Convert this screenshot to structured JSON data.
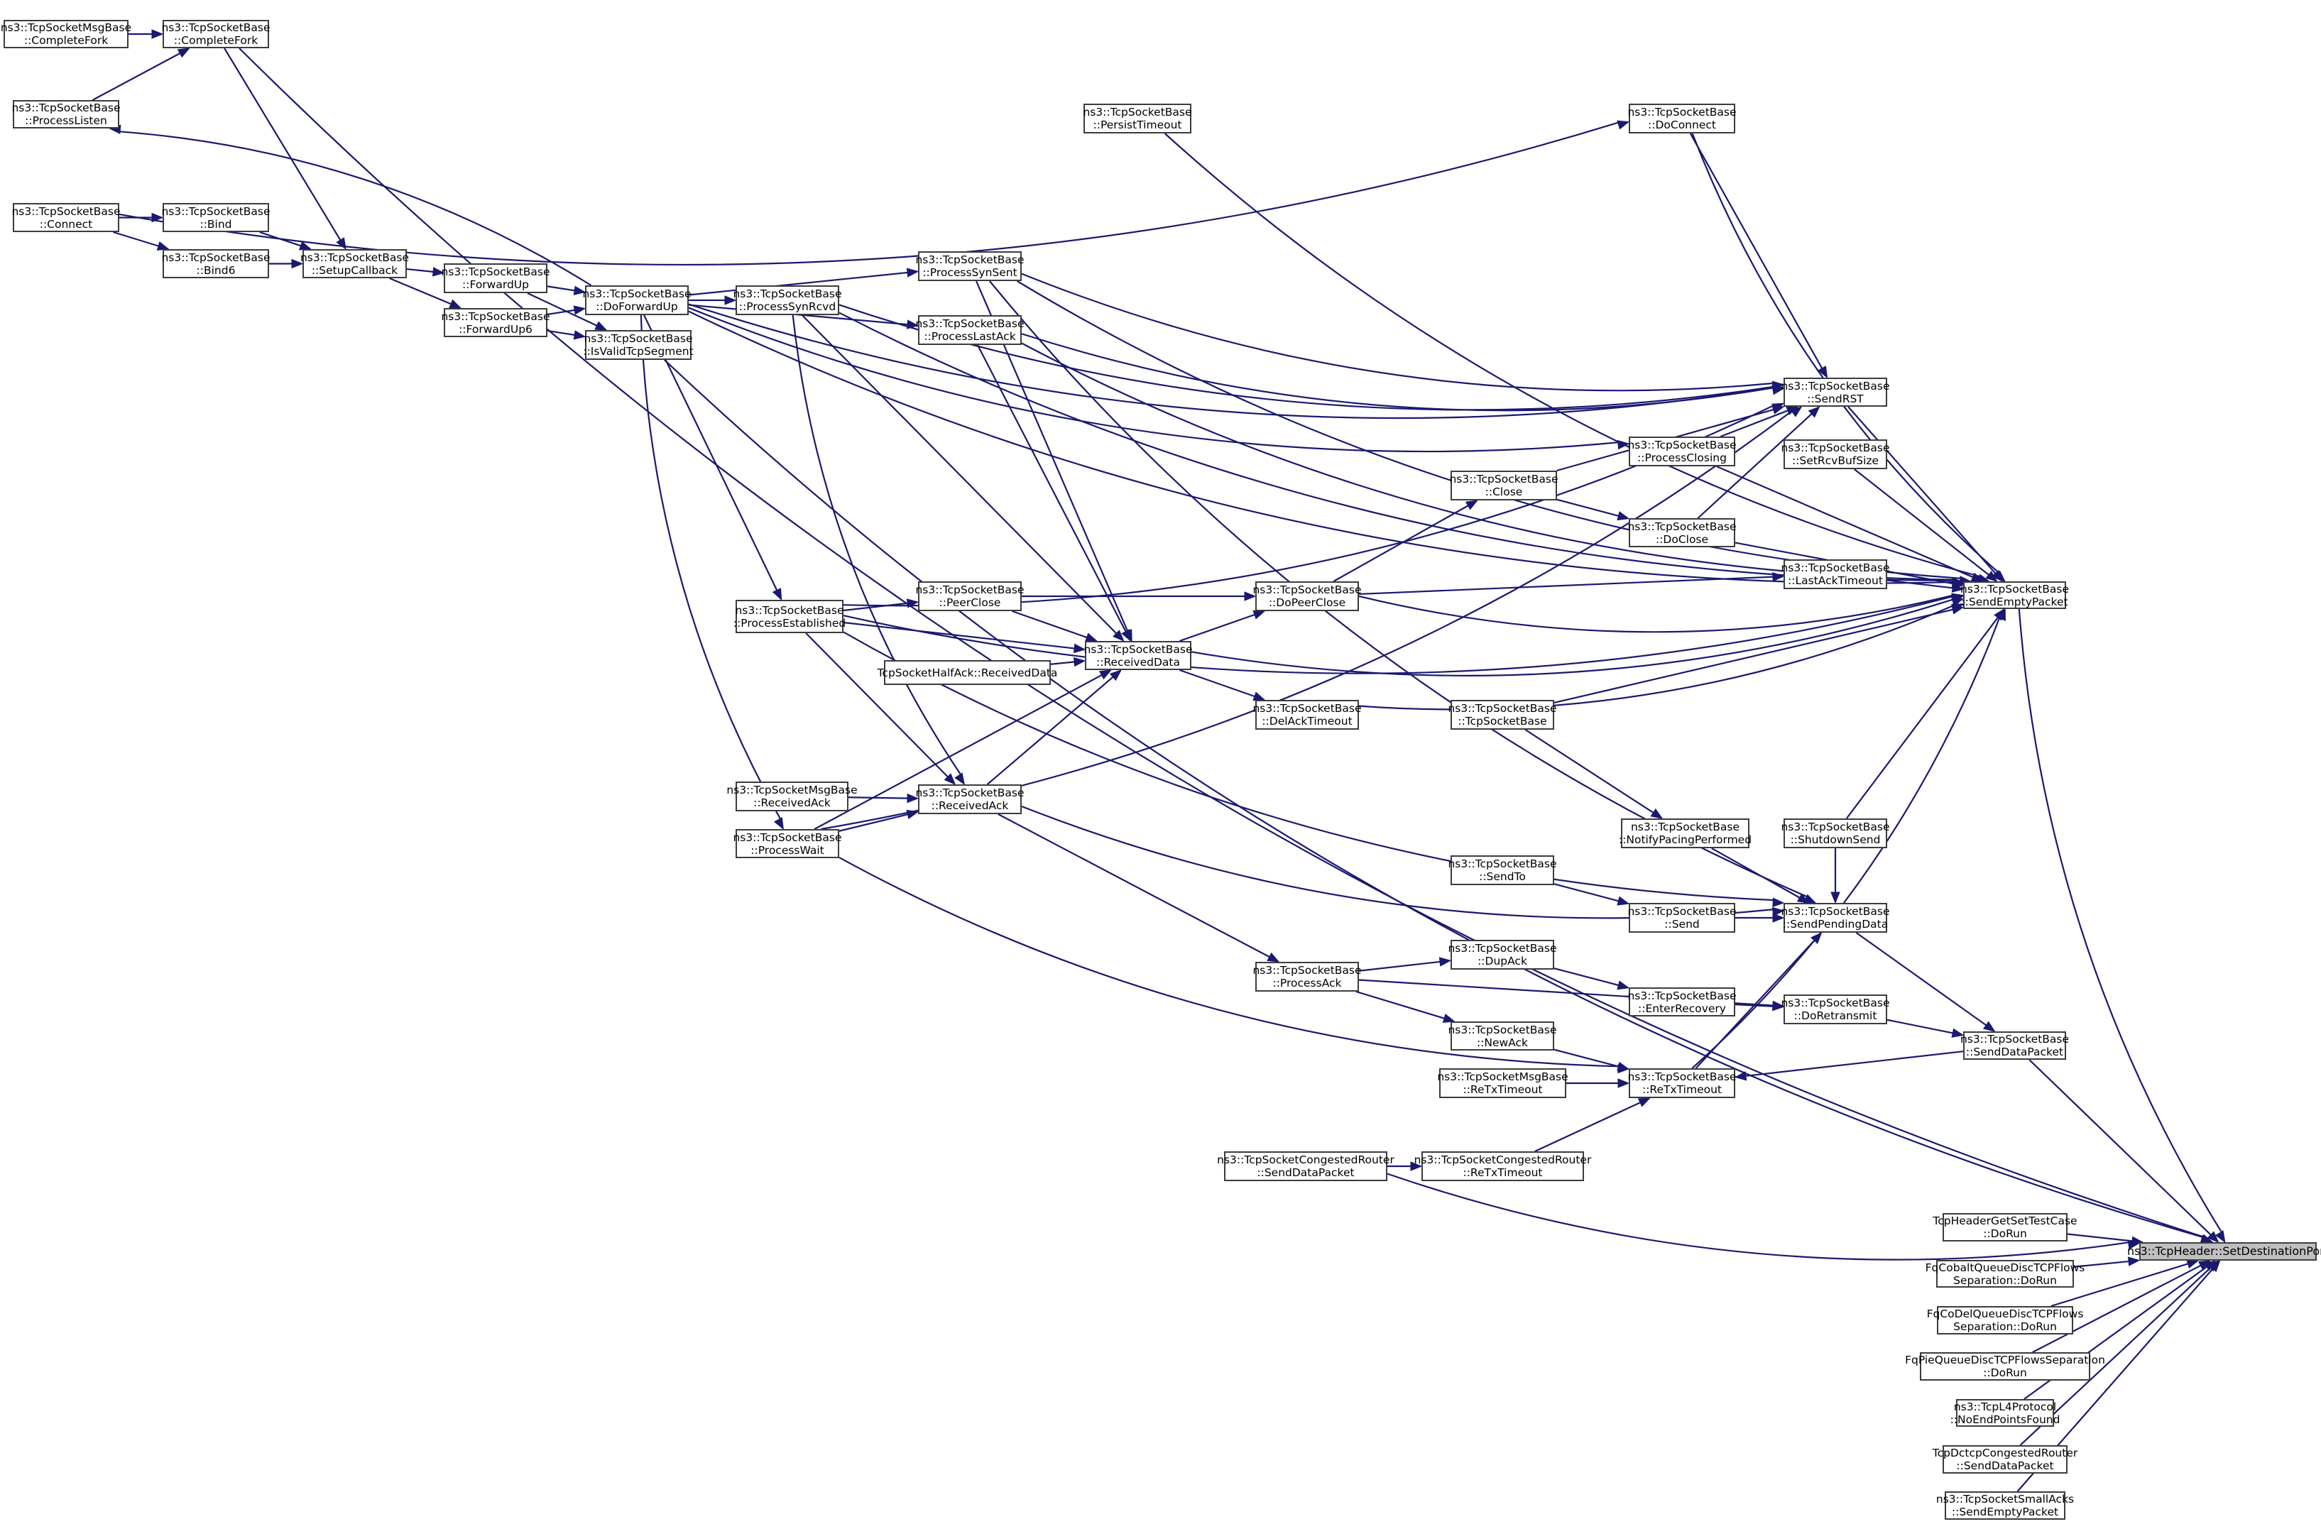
{
  "title": "ns3::TcpHeader::SetDestinationPort caller graph",
  "colors": {
    "edge": "#191970",
    "node_border": "#3c3c3c",
    "root_fill": "#bfbfbf",
    "node_fill": "#ffffff"
  },
  "root": "SetDestinationPort",
  "nodes": {
    "CompleteForkMsg": {
      "line1": "ns3::TcpSocketMsgBase",
      "line2": "::CompleteFork"
    },
    "CompleteFork": {
      "line1": "ns3::TcpSocketBase",
      "line2": "::CompleteFork"
    },
    "ProcessListen": {
      "line1": "ns3::TcpSocketBase",
      "line2": "::ProcessListen"
    },
    "Connect": {
      "line1": "ns3::TcpSocketBase",
      "line2": "::Connect"
    },
    "Bind": {
      "line1": "ns3::TcpSocketBase",
      "line2": "::Bind"
    },
    "Bind6": {
      "line1": "ns3::TcpSocketBase",
      "line2": "::Bind6"
    },
    "SetupCallback": {
      "line1": "ns3::TcpSocketBase",
      "line2": "::SetupCallback"
    },
    "ForwardUp": {
      "line1": "ns3::TcpSocketBase",
      "line2": "::ForwardUp"
    },
    "ForwardUp6": {
      "line1": "ns3::TcpSocketBase",
      "line2": "::ForwardUp6"
    },
    "DoForwardUp": {
      "line1": "ns3::TcpSocketBase",
      "line2": "::DoForwardUp"
    },
    "IsValidTcpSegment": {
      "line1": "ns3::TcpSocketBase",
      "line2": "::IsValidTcpSegment"
    },
    "ProcessSynRcvd": {
      "line1": "ns3::TcpSocketBase",
      "line2": "::ProcessSynRcvd"
    },
    "ProcessSynSent": {
      "line1": "ns3::TcpSocketBase",
      "line2": "::ProcessSynSent"
    },
    "ProcessLastAck": {
      "line1": "ns3::TcpSocketBase",
      "line2": "::ProcessLastAck"
    },
    "PersistTimeout": {
      "line1": "ns3::TcpSocketBase",
      "line2": "::PersistTimeout"
    },
    "DoConnect": {
      "line1": "ns3::TcpSocketBase",
      "line2": "::DoConnect"
    },
    "ProcessEstablished": {
      "line1": "ns3::TcpSocketBase",
      "line2": "::ProcessEstablished"
    },
    "PeerClose": {
      "line1": "ns3::TcpSocketBase",
      "line2": "::PeerClose"
    },
    "ReceivedData": {
      "line1": "ns3::TcpSocketBase",
      "line2": "::ReceivedData"
    },
    "HalfAckReceivedData": {
      "line1": "TcpSocketHalfAck::ReceivedData",
      "line2": ""
    },
    "DoPeerClose": {
      "line1": "ns3::TcpSocketBase",
      "line2": "::DoPeerClose"
    },
    "DelAckTimeout": {
      "line1": "ns3::TcpSocketBase",
      "line2": "::DelAckTimeout"
    },
    "Close": {
      "line1": "ns3::TcpSocketBase",
      "line2": "::Close"
    },
    "ProcessClosing": {
      "line1": "ns3::TcpSocketBase",
      "line2": "::ProcessClosing"
    },
    "DoClose": {
      "line1": "ns3::TcpSocketBase",
      "line2": "::DoClose"
    },
    "SendRST": {
      "line1": "ns3::TcpSocketBase",
      "line2": "::SendRST"
    },
    "SetRcvBufSize": {
      "line1": "ns3::TcpSocketBase",
      "line2": "::SetRcvBufSize"
    },
    "LastAckTimeout": {
      "line1": "ns3::TcpSocketBase",
      "line2": "::LastAckTimeout"
    },
    "SendEmptyPacket": {
      "line1": "ns3::TcpSocketBase",
      "line2": "::SendEmptyPacket"
    },
    "TcpSocketBaseCtor": {
      "line1": "ns3::TcpSocketBase",
      "line2": "::TcpSocketBase"
    },
    "NotifyPacingPerformed": {
      "line1": "ns3::TcpSocketBase",
      "line2": "::NotifyPacingPerformed"
    },
    "ShutdownSend": {
      "line1": "ns3::TcpSocketBase",
      "line2": "::ShutdownSend"
    },
    "ReceivedAckMsg": {
      "line1": "ns3::TcpSocketMsgBase",
      "line2": "::ReceivedAck"
    },
    "ReceivedAck": {
      "line1": "ns3::TcpSocketBase",
      "line2": "::ReceivedAck"
    },
    "ProcessWait": {
      "line1": "ns3::TcpSocketBase",
      "line2": "::ProcessWait"
    },
    "SendTo": {
      "line1": "ns3::TcpSocketBase",
      "line2": "::SendTo"
    },
    "Send": {
      "line1": "ns3::TcpSocketBase",
      "line2": "::Send"
    },
    "SendPendingData": {
      "line1": "ns3::TcpSocketBase",
      "line2": "::SendPendingData"
    },
    "ProcessAck": {
      "line1": "ns3::TcpSocketBase",
      "line2": "::ProcessAck"
    },
    "DupAck": {
      "line1": "ns3::TcpSocketBase",
      "line2": "::DupAck"
    },
    "EnterRecovery": {
      "line1": "ns3::TcpSocketBase",
      "line2": "::EnterRecovery"
    },
    "DoRetransmit": {
      "line1": "ns3::TcpSocketBase",
      "line2": "::DoRetransmit"
    },
    "NewAck": {
      "line1": "ns3::TcpSocketBase",
      "line2": "::NewAck"
    },
    "SendDataPacket": {
      "line1": "ns3::TcpSocketBase",
      "line2": "::SendDataPacket"
    },
    "ReTxTimeoutMsg": {
      "line1": "ns3::TcpSocketMsgBase",
      "line2": "::ReTxTimeout"
    },
    "ReTxTimeout": {
      "line1": "ns3::TcpSocketBase",
      "line2": "::ReTxTimeout"
    },
    "CongSendDataPacket": {
      "line1": "ns3::TcpSocketCongestedRouter",
      "line2": "::SendDataPacket"
    },
    "CongReTxTimeout": {
      "line1": "ns3::TcpSocketCongestedRouter",
      "line2": "::ReTxTimeout"
    },
    "SetDestinationPort": {
      "line1": "ns3::TcpHeader::SetDestinationPort",
      "line2": ""
    },
    "TcpHeaderGetSetTestCase": {
      "line1": "TcpHeaderGetSetTestCase",
      "line2": "::DoRun"
    },
    "FqCobalt": {
      "line1": "FqCobaltQueueDiscTCPFlows",
      "line2": "Separation::DoRun"
    },
    "FqCoDel": {
      "line1": "FqCoDelQueueDiscTCPFlows",
      "line2": "Separation::DoRun"
    },
    "FqPie": {
      "line1": "FqPieQueueDiscTCPFlowsSeparation",
      "line2": "::DoRun"
    },
    "TcpL4NoEndPoints": {
      "line1": "ns3::TcpL4Protocol",
      "line2": "::NoEndPointsFound"
    },
    "TcpDctcpSendDataPacket": {
      "line1": "TcpDctcpCongestedRouter",
      "line2": "::SendDataPacket"
    },
    "SmallAcksSendEmptyPacket": {
      "line1": "ns3::TcpSocketSmallAcks",
      "line2": "::SendEmptyPacket"
    }
  },
  "edges": [
    [
      "CompleteForkMsg",
      "CompleteFork"
    ],
    [
      "ProcessListen",
      "CompleteFork"
    ],
    [
      "CompleteFork",
      "SetupCallback"
    ],
    [
      "CompleteFork",
      "SetDestinationPort"
    ],
    [
      "Connect",
      "Bind"
    ],
    [
      "Connect",
      "Bind6"
    ],
    [
      "Connect",
      "DoConnect"
    ],
    [
      "Bind",
      "SetupCallback"
    ],
    [
      "Bind6",
      "SetupCallback"
    ],
    [
      "SetupCallback",
      "ForwardUp"
    ],
    [
      "SetupCallback",
      "ForwardUp6"
    ],
    [
      "ForwardUp",
      "DoForwardUp"
    ],
    [
      "ForwardUp",
      "IsValidTcpSegment"
    ],
    [
      "ForwardUp6",
      "DoForwardUp"
    ],
    [
      "ForwardUp6",
      "IsValidTcpSegment"
    ],
    [
      "DoForwardUp",
      "ProcessListen"
    ],
    [
      "DoForwardUp",
      "ProcessSynRcvd"
    ],
    [
      "DoForwardUp",
      "ProcessSynSent"
    ],
    [
      "DoForwardUp",
      "ProcessLastAck"
    ],
    [
      "DoForwardUp",
      "ProcessEstablished"
    ],
    [
      "DoForwardUp",
      "ProcessWait"
    ],
    [
      "DoForwardUp",
      "ProcessClosing"
    ],
    [
      "DoForwardUp",
      "SendRST"
    ],
    [
      "DoForwardUp",
      "SendEmptyPacket"
    ],
    [
      "IsValidTcpSegment",
      "SetDestinationPort"
    ],
    [
      "PersistTimeout",
      "SendEmptyPacket"
    ],
    [
      "DoConnect",
      "SendRST"
    ],
    [
      "DoConnect",
      "SendEmptyPacket"
    ],
    [
      "ProcessSynRcvd",
      "SendRST"
    ],
    [
      "ProcessSynRcvd",
      "SendEmptyPacket"
    ],
    [
      "ProcessSynRcvd",
      "ReceivedData"
    ],
    [
      "ProcessSynRcvd",
      "ReceivedAck"
    ],
    [
      "ProcessSynSent",
      "SendRST"
    ],
    [
      "ProcessSynSent",
      "SendEmptyPacket"
    ],
    [
      "ProcessSynSent",
      "ReceivedData"
    ],
    [
      "ProcessSynSent",
      "SendPendingData"
    ],
    [
      "ProcessLastAck",
      "SendRST"
    ],
    [
      "ProcessLastAck",
      "SendEmptyPacket"
    ],
    [
      "ProcessLastAck",
      "ReceivedData"
    ],
    [
      "ProcessEstablished",
      "PeerClose"
    ],
    [
      "ProcessEstablished",
      "ReceivedData"
    ],
    [
      "ProcessEstablished",
      "ReceivedAck"
    ],
    [
      "ProcessEstablished",
      "SendRST"
    ],
    [
      "ProcessEstablished",
      "SendEmptyPacket"
    ],
    [
      "PeerClose",
      "DoPeerClose"
    ],
    [
      "PeerClose",
      "ReceivedData"
    ],
    [
      "HalfAckReceivedData",
      "ReceivedData"
    ],
    [
      "ReceivedData",
      "DoPeerClose"
    ],
    [
      "ReceivedData",
      "DelAckTimeout"
    ],
    [
      "ReceivedData",
      "SendEmptyPacket"
    ],
    [
      "DoPeerClose",
      "Close"
    ],
    [
      "DoPeerClose",
      "LastAckTimeout"
    ],
    [
      "DoPeerClose",
      "SendEmptyPacket"
    ],
    [
      "DelAckTimeout",
      "SendEmptyPacket"
    ],
    [
      "Close",
      "DoClose"
    ],
    [
      "Close",
      "SendRST"
    ],
    [
      "ProcessClosing",
      "SendRST"
    ],
    [
      "ProcessClosing",
      "SendEmptyPacket"
    ],
    [
      "DoClose",
      "SendRST"
    ],
    [
      "DoClose",
      "SendEmptyPacket"
    ],
    [
      "SendRST",
      "SendEmptyPacket"
    ],
    [
      "SetRcvBufSize",
      "SendEmptyPacket"
    ],
    [
      "LastAckTimeout",
      "SendEmptyPacket"
    ],
    [
      "TcpSocketBaseCtor",
      "SendEmptyPacket"
    ],
    [
      "TcpSocketBaseCtor",
      "NotifyPacingPerformed"
    ],
    [
      "NotifyPacingPerformed",
      "SendPendingData"
    ],
    [
      "ShutdownSend",
      "SendEmptyPacket"
    ],
    [
      "ShutdownSend",
      "SendPendingData"
    ],
    [
      "ReceivedAckMsg",
      "ReceivedAck"
    ],
    [
      "ReceivedAck",
      "ReceivedData"
    ],
    [
      "ReceivedAck",
      "ProcessAck"
    ],
    [
      "ReceivedAck",
      "SendPendingData"
    ],
    [
      "ProcessWait",
      "ReceivedAck"
    ],
    [
      "ProcessWait",
      "ReceivedData"
    ],
    [
      "ProcessWait",
      "SendRST"
    ],
    [
      "ProcessWait",
      "ReTxTimeout"
    ],
    [
      "SendTo",
      "Send"
    ],
    [
      "Send",
      "SendPendingData"
    ],
    [
      "SendPendingData",
      "SendDataPacket"
    ],
    [
      "ProcessAck",
      "DupAck"
    ],
    [
      "ProcessAck",
      "NewAck"
    ],
    [
      "ProcessAck",
      "DoRetransmit"
    ],
    [
      "DupAck",
      "EnterRecovery"
    ],
    [
      "EnterRecovery",
      "DoRetransmit"
    ],
    [
      "NewAck",
      "ReTxTimeout"
    ],
    [
      "ReTxTimeoutMsg",
      "ReTxTimeout"
    ],
    [
      "ReTxTimeout",
      "SendPendingData"
    ],
    [
      "ReTxTimeout",
      "SendEmptyPacket"
    ],
    [
      "DoRetransmit",
      "SendDataPacket"
    ],
    [
      "SendDataPacket",
      "ReTxTimeout"
    ],
    [
      "SendDataPacket",
      "SetDestinationPort"
    ],
    [
      "CongSendDataPacket",
      "CongReTxTimeout"
    ],
    [
      "CongSendDataPacket",
      "SetDestinationPort"
    ],
    [
      "CongReTxTimeout",
      "ReTxTimeout"
    ],
    [
      "SendEmptyPacket",
      "SetDestinationPort"
    ],
    [
      "TcpHeaderGetSetTestCase",
      "SetDestinationPort"
    ],
    [
      "FqCobalt",
      "SetDestinationPort"
    ],
    [
      "FqCoDel",
      "SetDestinationPort"
    ],
    [
      "FqPie",
      "SetDestinationPort"
    ],
    [
      "TcpL4NoEndPoints",
      "SetDestinationPort"
    ],
    [
      "TcpDctcpSendDataPacket",
      "SetDestinationPort"
    ],
    [
      "SmallAcksSendEmptyPacket",
      "SetDestinationPort"
    ],
    [
      "ProcessEstablished",
      "SendPendingData"
    ]
  ]
}
